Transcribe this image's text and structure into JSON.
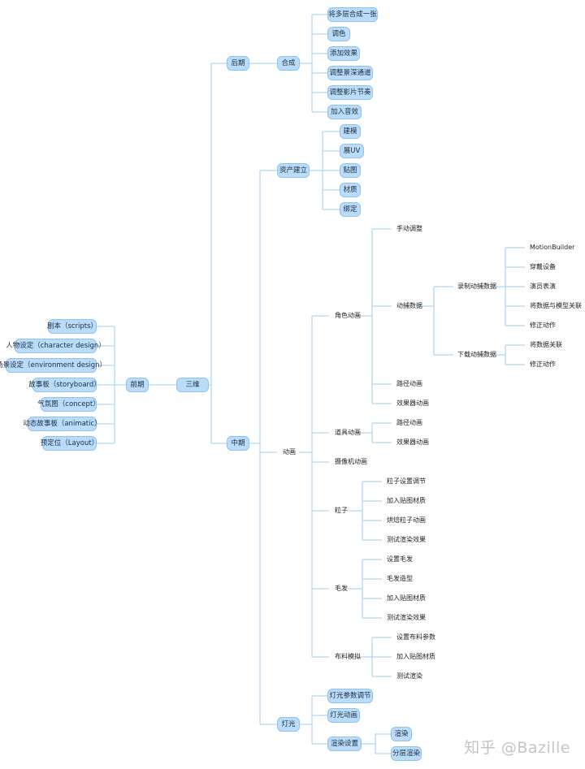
{
  "mindmap": {
    "root": "三维",
    "pre": {
      "label": "前期",
      "items": [
        "剧本（scripts）",
        "人物设定（character design）",
        "场景设定（environment design）",
        "故事板（storyboard）",
        "气氛图（concept）",
        "动态故事板（animatic）",
        "预定位（Layout）"
      ]
    },
    "post": {
      "label": "后期",
      "compose": {
        "label": "合成",
        "items": [
          "将多层合成一张",
          "调色",
          "添加效果",
          "调整景深通道",
          "调整影片节奏",
          "加入音效"
        ]
      }
    },
    "mid": {
      "label": "中期",
      "assets": {
        "label": "资产建立",
        "items": [
          "建模",
          "展UV",
          "贴图",
          "材质",
          "绑定"
        ]
      },
      "animation": {
        "label": "动画",
        "character": {
          "label": "角色动画",
          "manual": "手动调整",
          "mocap": {
            "label": "动捕数据",
            "record": {
              "label": "录制动捕数据",
              "items": [
                "MotionBuilder",
                "穿戴设备",
                "演员表演",
                "将数据与模型关联",
                "修正动作"
              ]
            },
            "download": {
              "label": "下载动捕数据",
              "items": [
                "将数据关联",
                "修正动作"
              ]
            }
          },
          "path": "路径动画",
          "effector": "效果器动画"
        },
        "prop": {
          "label": "道具动画",
          "items": [
            "路径动画",
            "效果器动画"
          ]
        },
        "camera": "摄像机动画",
        "particle": {
          "label": "粒子",
          "items": [
            "粒子设置调节",
            "加入贴图材质",
            "烘焙粒子动画",
            "测试渲染效果"
          ]
        },
        "hair": {
          "label": "毛发",
          "items": [
            "设置毛发",
            "毛发造型",
            "加入贴图材质",
            "测试渲染效果"
          ]
        },
        "cloth": {
          "label": "布料模拟",
          "items": [
            "设置布料参数",
            "加入贴图材质",
            "测试渲染"
          ]
        }
      },
      "lighting": {
        "label": "灯光",
        "params": "灯光参数调节",
        "anim": "灯光动画",
        "render": {
          "label": "渲染设置",
          "items": [
            "渲染",
            "分层渲染"
          ]
        }
      }
    }
  },
  "watermark": "知乎 @Bazille",
  "colors": {
    "node_fill": "#b9dcfb",
    "node_border": "#8fc2ee",
    "line": "#9fcdf0",
    "text": "#222222"
  }
}
